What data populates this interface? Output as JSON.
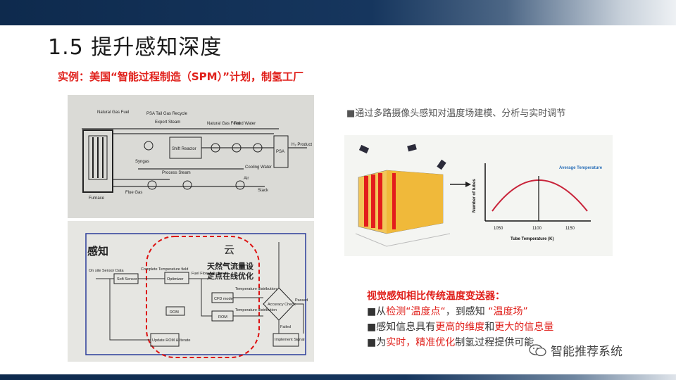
{
  "title": "1.5 提升感知深度",
  "subtitle": "实例：美国“智能过程制造（SPM）”计划，制氢工厂",
  "bullet_main": "■通过多路摄像头感知对温度场建模、分析与实时调节",
  "diagram_top": {
    "psa_recycle": "PSA Tail Gas Recycle",
    "natural_gas_fuel": "Natural Gas Fuel",
    "export_steam": "Export Steam",
    "natural_gas_feed": "Natural Gas Feed",
    "feed_water": "Feed Water",
    "shift_reactor": "Shift Reactor",
    "psa": "PSA",
    "h2_product": "H₂ Product",
    "syngas": "Syngas",
    "process_steam": "Process Steam",
    "cooling_water": "Cooling Water",
    "air": "Air",
    "furnace": "Furnace",
    "flue_gas": "Flue Gas",
    "stack": "Stack"
  },
  "diagram_bottom": {
    "sensing": "感知",
    "cloud": "云",
    "cloud_note_1": "天然气流量设",
    "cloud_note_2": "定点在线优化",
    "on_site": "On site Sensor Data",
    "soft_sensor": "Soft Sensor",
    "complete_field": "Complete Temperature field",
    "optimizer": "Optimizer",
    "rom": "ROM",
    "fuel_flow": "Fuel Flow Adjustment",
    "cfd_model": "CFD model",
    "temp_dist": "Temperature distribution",
    "accuracy_check": "Accuracy Check",
    "passed": "Passed",
    "failed": "Failed",
    "implement": "Implement Signal",
    "update_rom": "Update ROM & Iterate"
  },
  "chart_panel": {
    "ylabel": "Number of tubes",
    "xlabel": "Tube Temperature (K)",
    "annotation": "Average Temperature",
    "ticks": [
      "1050",
      "1100",
      "1150"
    ]
  },
  "compare": {
    "head": "视觉感知相比传统温度变送器：",
    "l1_a": "■从",
    "l1_b": "检测“温度点“",
    "l1_c": "，到感知 ",
    "l1_d": "“温度场”",
    "l2_a": "■感知信息具有",
    "l2_b": "更高的维度",
    "l2_c": "和",
    "l2_d": "更大的信息量",
    "l3_a": "■为",
    "l3_b": "实时，精准优化",
    "l3_c": "制氢过程提供可能"
  },
  "watermark": "智能推荐系统",
  "colors": {
    "accent_red": "#e0201b",
    "bar_navy": "#0e2a4d"
  }
}
